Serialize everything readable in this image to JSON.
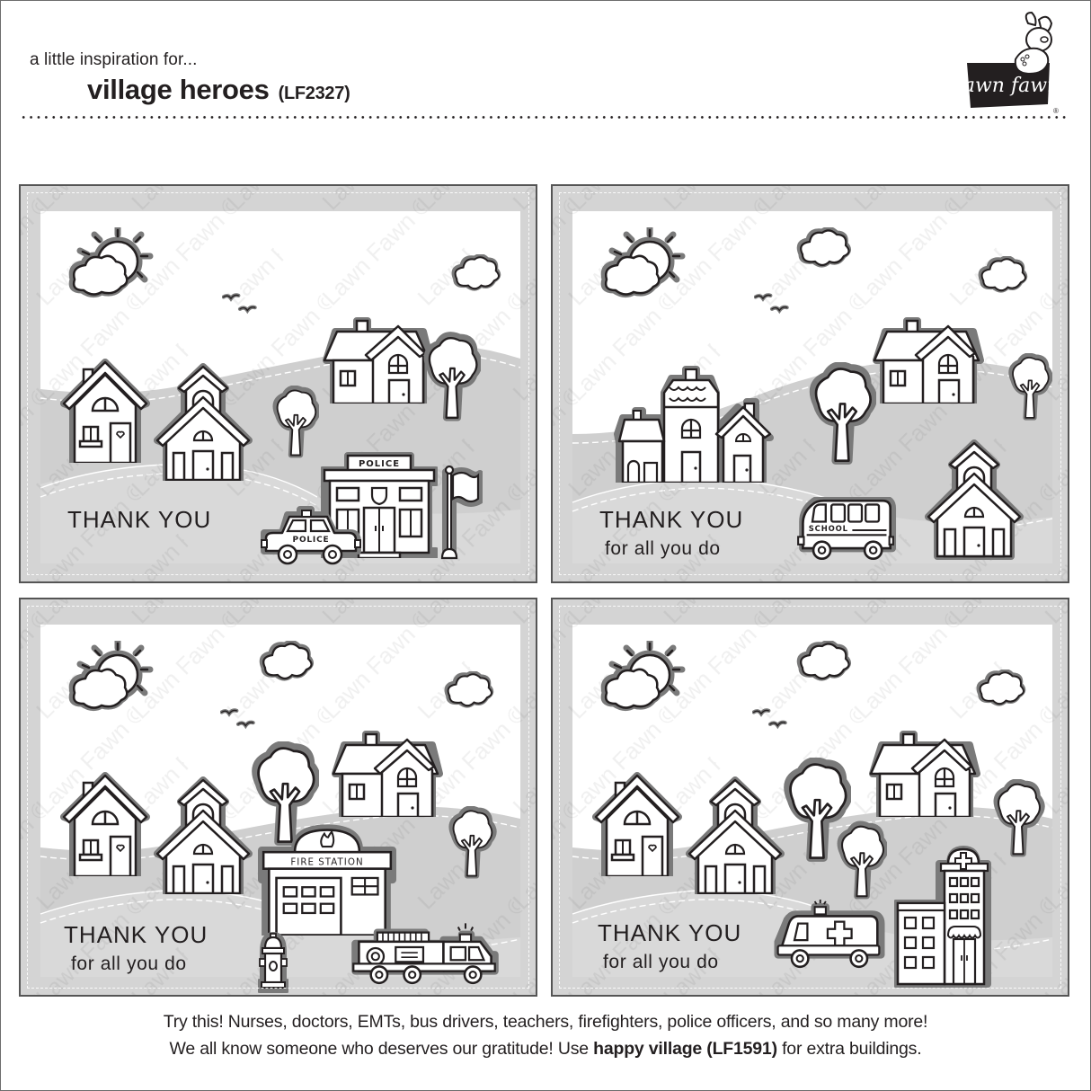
{
  "header": {
    "intro": "a little inspiration for...",
    "title": "village heroes",
    "code": "(LF2327)"
  },
  "logo": {
    "text": "lawn fawn",
    "registered": "®",
    "icon": "fawn-deer-icon"
  },
  "colors": {
    "panel_bg": "#d4d4d4",
    "sky": "#ffffff",
    "hill": "#c9c9c9",
    "outline": "#231f20",
    "die_shadow": "#7a7a7a",
    "frame_border": "#555555"
  },
  "watermark": "Lawn Fawn ©",
  "cards": [
    {
      "id": "police",
      "sentiment_line1": "THANK YOU",
      "sentiment_line2": "",
      "elements": [
        "sun-with-cloud",
        "cloud",
        "birds",
        "house",
        "schoolhouse",
        "double-house",
        "tree",
        "tree",
        "police-station",
        "police-car",
        "flag"
      ],
      "labels": {
        "station": "POLICE",
        "car": "POLICE"
      }
    },
    {
      "id": "school",
      "sentiment_line1": "THANK YOU",
      "sentiment_line2": "for all you do",
      "elements": [
        "sun-with-cloud",
        "cloud",
        "cloud",
        "birds",
        "townhouse-cluster",
        "double-house",
        "tree",
        "tree",
        "school-bus",
        "schoolhouse"
      ],
      "labels": {
        "bus": "SCHOOL"
      }
    },
    {
      "id": "fire",
      "sentiment_line1": "THANK YOU",
      "sentiment_line2": "for all you do",
      "elements": [
        "sun-with-cloud",
        "cloud",
        "cloud",
        "birds",
        "house",
        "schoolhouse",
        "double-house",
        "tree",
        "tree",
        "fire-station",
        "fire-hydrant",
        "fire-truck"
      ],
      "labels": {
        "station": "FIRE STATION"
      }
    },
    {
      "id": "hospital",
      "sentiment_line1": "THANK YOU",
      "sentiment_line2": "for all you do",
      "elements": [
        "sun-with-cloud",
        "cloud",
        "cloud",
        "birds",
        "house",
        "schoolhouse",
        "double-house",
        "tree",
        "tree",
        "tree",
        "ambulance",
        "hospital"
      ],
      "labels": {}
    }
  ],
  "footer": {
    "line1": "Try this! Nurses, doctors, EMTs, bus drivers, teachers, firefighters, police officers, and so many more!",
    "line2_pre": "We all know someone who deserves our gratitude! Use ",
    "line2_bold": "happy village (LF1591)",
    "line2_post": " for extra buildings."
  }
}
